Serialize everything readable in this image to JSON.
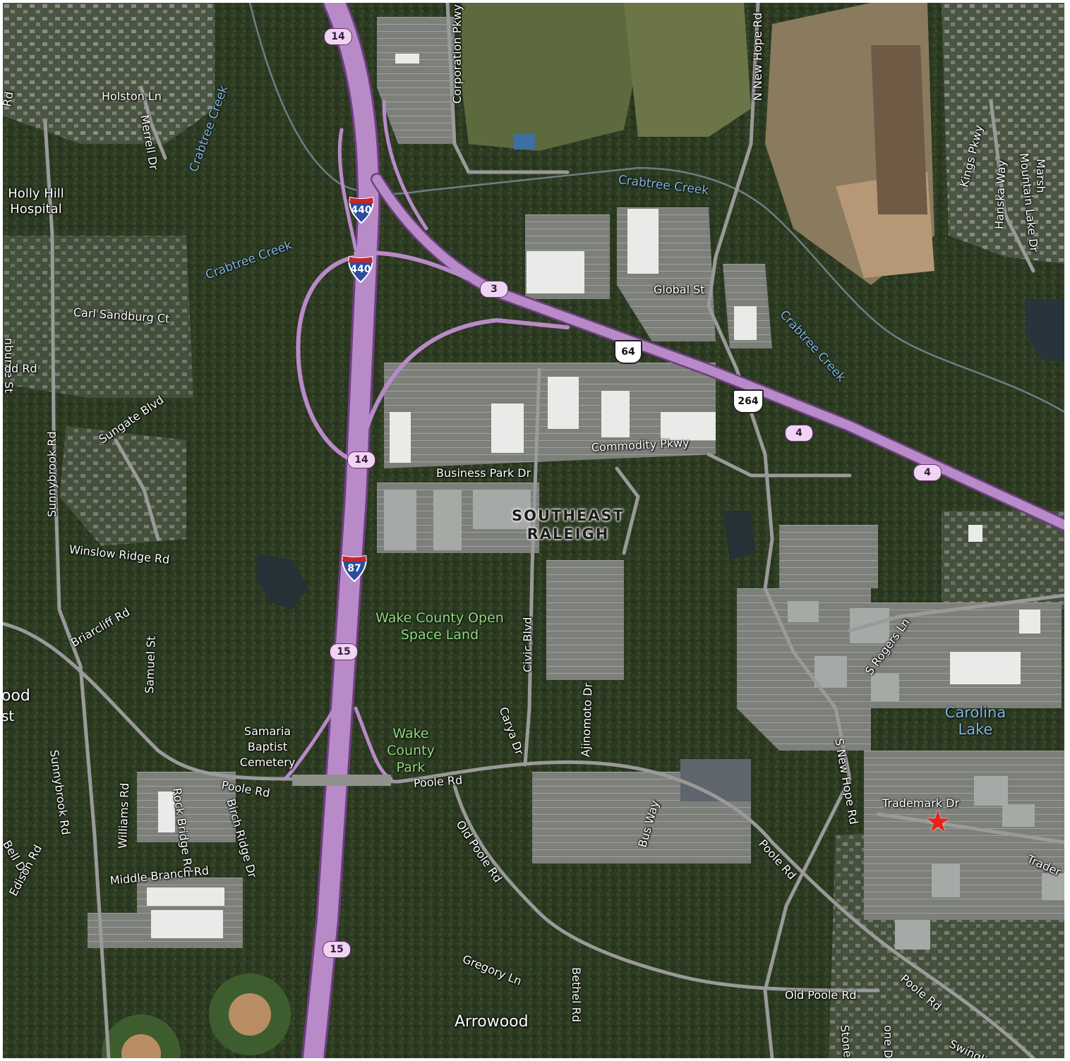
{
  "map": {
    "area_label": "SOUTHEAST RALEIGH",
    "roads": [
      {
        "name": "holston-ln",
        "text": "Holston Ln"
      },
      {
        "name": "merrell-dr",
        "text": "Merrell Dr"
      },
      {
        "name": "carl-sandburg-ct",
        "text": "Carl Sandburg Ct"
      },
      {
        "name": "sungate-blvd",
        "text": "Sungate Blvd"
      },
      {
        "name": "sunnybrook-rd-north",
        "text": "Sunnybrook Rd"
      },
      {
        "name": "winslow-ridge-rd",
        "text": "Winslow Ridge Rd"
      },
      {
        "name": "samuel-st",
        "text": "Samuel St"
      },
      {
        "name": "briarcliff-rd",
        "text": "Briarcliff Rd"
      },
      {
        "name": "sunnybrook-rd-south",
        "text": "Sunnybrook Rd"
      },
      {
        "name": "williams-rd",
        "text": "Williams Rd"
      },
      {
        "name": "rock-bridge-rd",
        "text": "Rock Bridge Rd"
      },
      {
        "name": "birch-ridge-dr",
        "text": "Birch Ridge Dr"
      },
      {
        "name": "poole-rd-west",
        "text": "Poole Rd"
      },
      {
        "name": "poole-rd-center",
        "text": "Poole Rd"
      },
      {
        "name": "poole-rd-east",
        "text": "Poole Rd"
      },
      {
        "name": "poole-rd-southeast",
        "text": "Poole Rd"
      },
      {
        "name": "old-poole-rd-north",
        "text": "Old Poole Rd"
      },
      {
        "name": "old-poole-rd-south",
        "text": "Old Poole Rd"
      },
      {
        "name": "middle-branch-rd",
        "text": "Middle Branch Rd"
      },
      {
        "name": "bell-dr",
        "text": "Bell Dr"
      },
      {
        "name": "edison-rd",
        "text": "Edison Rd"
      },
      {
        "name": "gregory-ln",
        "text": "Gregory Ln"
      },
      {
        "name": "bethel-rd",
        "text": "Bethel Rd"
      },
      {
        "name": "civic-blvd",
        "text": "Civic Blvd"
      },
      {
        "name": "carya-dr",
        "text": "Carya Dr"
      },
      {
        "name": "ajinomoto-dr",
        "text": "Ajinomoto Dr"
      },
      {
        "name": "bus-way",
        "text": "Bus Way"
      },
      {
        "name": "business-park-dr",
        "text": "Business Park Dr"
      },
      {
        "name": "commodity-pkwy",
        "text": "Commodity Pkwy"
      },
      {
        "name": "global-st",
        "text": "Global St"
      },
      {
        "name": "corporation-pkwy",
        "text": "Corporation Pkwy"
      },
      {
        "name": "n-new-hope-rd",
        "text": "N New Hope Rd"
      },
      {
        "name": "s-new-hope-rd",
        "text": "S New Hope Rd"
      },
      {
        "name": "s-rogers-ln",
        "text": "S Rogers Ln"
      },
      {
        "name": "trademark-dr",
        "text": "Trademark Dr"
      },
      {
        "name": "trademark-dr-east",
        "text": "Trader"
      },
      {
        "name": "kings-pkwy",
        "text": "Kings Pkwy"
      },
      {
        "name": "hanska-way",
        "text": "Hanska Way"
      },
      {
        "name": "mountain-lake-dr",
        "text": "Mountain Lake Dr"
      },
      {
        "name": "marsh-edge",
        "text": "Marsh"
      },
      {
        "name": "stone-edge",
        "text": "Stone M"
      },
      {
        "name": "one-dr-edge",
        "text": "one Dr"
      },
      {
        "name": "swinging-edge",
        "text": "Swingli"
      },
      {
        "name": "radburne-edge",
        "text": "nburne St"
      },
      {
        "name": "dd-rd-edge",
        "text": "dd Rd"
      },
      {
        "name": "rd-edge-top",
        "text": "Rd"
      },
      {
        "name": "od-edge",
        "text": "ood"
      },
      {
        "name": "st-edge",
        "text": "st"
      }
    ],
    "water": [
      {
        "name": "crabtree-creek-nw",
        "text": "Crabtree Creek"
      },
      {
        "name": "crabtree-creek-w",
        "text": "Crabtree Creek"
      },
      {
        "name": "crabtree-creek-n",
        "text": "Crabtree Creek"
      },
      {
        "name": "crabtree-creek-e",
        "text": "Crabtree Creek"
      },
      {
        "name": "carolina-lake",
        "text": "Carolina Lake"
      }
    ],
    "parks": [
      {
        "name": "wake-county-open-space-land",
        "text": "Wake County Open Space Land"
      },
      {
        "name": "wake-county-park",
        "text": "Wake County Park"
      }
    ],
    "pois": [
      {
        "name": "holly-hill-hospital",
        "text": "Holly Hill Hospital"
      },
      {
        "name": "samaria-baptist-cemetery",
        "text": "Samaria Baptist Cemetery"
      }
    ],
    "places": [
      {
        "name": "arrowood",
        "text": "Arrowood"
      }
    ],
    "shields": {
      "i440_north": "440",
      "i440_south": "440",
      "i87": "87",
      "us64": "64",
      "us264": "264",
      "exit_14_top": "14",
      "exit_14_mid": "14",
      "exit_15_mid": "15",
      "exit_15_bottom": "15",
      "exit_3": "3",
      "exit_4_a": "4",
      "exit_4_b": "4"
    },
    "colors": {
      "highway": "#b98ac8",
      "highway_outline": "#6e3e82",
      "road": "#9a9a9a",
      "creek": "#6f7d86",
      "marker": "#e8211c"
    },
    "marker_icon": "red-star-marker"
  }
}
